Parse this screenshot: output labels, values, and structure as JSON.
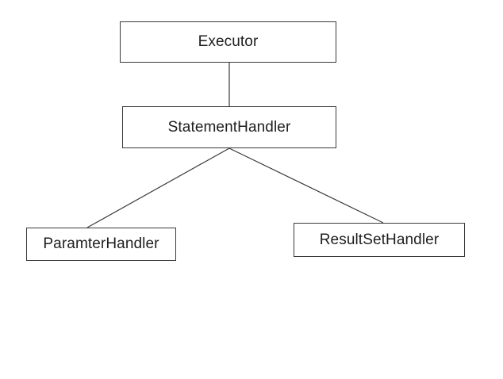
{
  "diagram": {
    "nodes": {
      "executor": {
        "label": "Executor"
      },
      "statement_handler": {
        "label": "StatementHandler"
      },
      "parameter_handler": {
        "label": "ParamterHandler"
      },
      "resultset_handler": {
        "label": "ResultSetHandler"
      }
    },
    "edges": [
      {
        "from": "Executor",
        "to": "StatementHandler"
      },
      {
        "from": "StatementHandler",
        "to": "ParamterHandler"
      },
      {
        "from": "StatementHandler",
        "to": "ResultSetHandler"
      }
    ],
    "colors": {
      "line": "#3a3a3a",
      "border": "#3a3a3a",
      "text": "#1e1e1e",
      "background": "#ffffff"
    }
  }
}
